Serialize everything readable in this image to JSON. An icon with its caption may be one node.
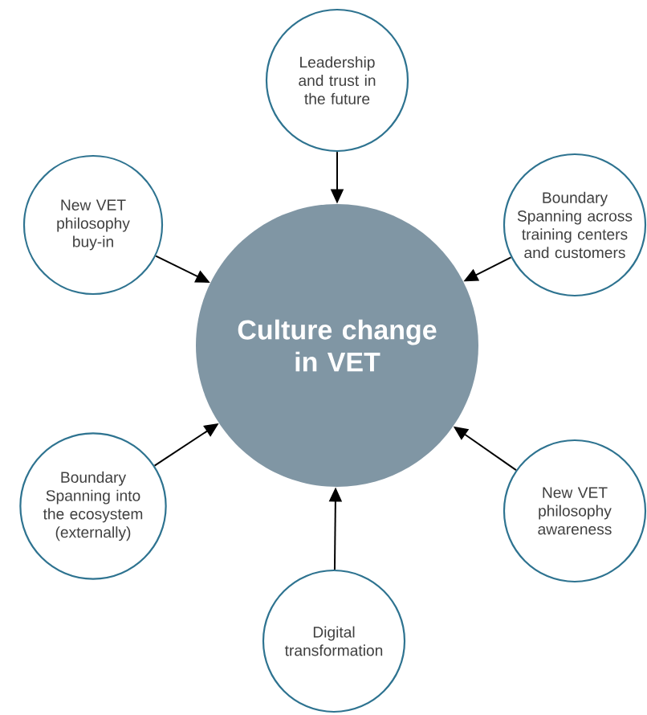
{
  "diagram": {
    "nodes": [
      {
        "text": [
          "Leadership and trust in the future"
        ]
      },
      {
        "text": [
          "New VET philosophy buy-in"
        ]
      },
      {
        "text": [
          "Boundary Spanning across training centers and customers"
        ]
      },
      {
        "text": [
          "Culture change in VET"
        ]
      },
      {
        "text": [
          "Boundary Spanning into the ecosystem (externally)"
        ]
      },
      {
        "text": [
          "New VET philosophy awareness"
        ]
      },
      {
        "text": [
          "Digital transformation"
        ]
      }
    ],
    "edges": [
      {
        "from": 0,
        "to": 3,
        "arrow": "to"
      },
      {
        "from": 1,
        "to": 3,
        "arrow": "to"
      },
      {
        "from": 2,
        "to": 3,
        "arrow": "to"
      },
      {
        "from": 4,
        "to": 3,
        "arrow": "to"
      },
      {
        "from": 5,
        "to": 3,
        "arrow": "to"
      },
      {
        "from": 6,
        "to": 3,
        "arrow": "to"
      }
    ]
  }
}
